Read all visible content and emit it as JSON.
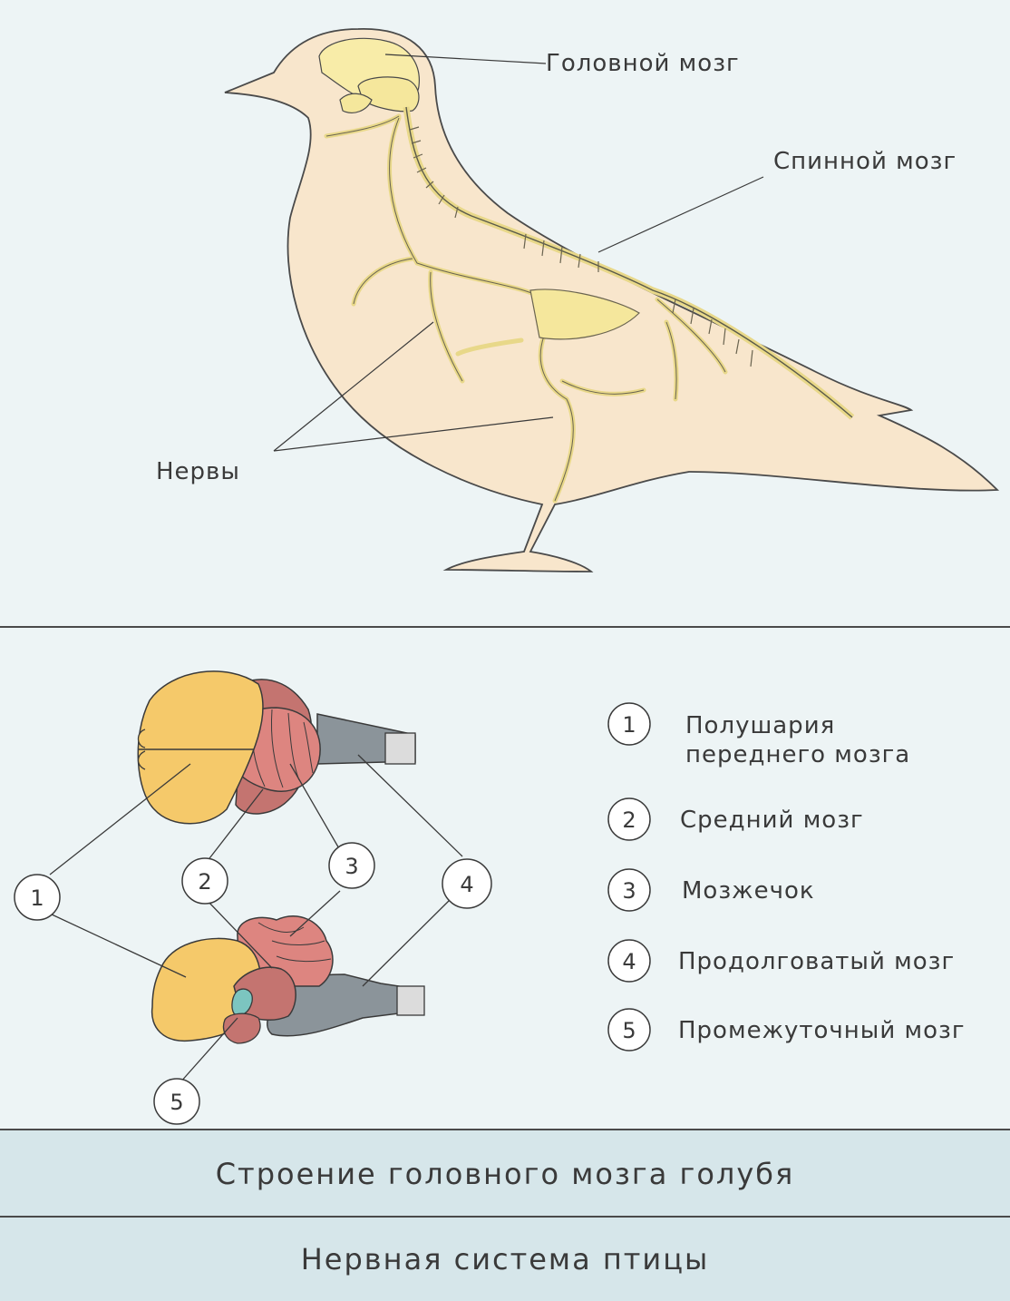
{
  "bird_labels": {
    "brain": "Головной мозг",
    "spinal_cord": "Спинной мозг",
    "nerves": "Нервы"
  },
  "legend": [
    {
      "number": "1",
      "text_lines": [
        "Полушария",
        "переднего мозга"
      ]
    },
    {
      "number": "2",
      "text_lines": [
        "Средний мозг"
      ]
    },
    {
      "number": "3",
      "text_lines": [
        "Мозжечок"
      ]
    },
    {
      "number": "4",
      "text_lines": [
        "Продолговатый мозг"
      ]
    },
    {
      "number": "5",
      "text_lines": [
        "Промежуточный мозг"
      ]
    }
  ],
  "callouts": [
    "1",
    "2",
    "3",
    "4",
    "5"
  ],
  "captions": {
    "brain_structure": "Строение головного мозга голубя",
    "nervous_system": "Нервная система птицы"
  },
  "colors": {
    "body": "#f8e6cc",
    "nerve": "#f5e79c",
    "forebrain": "#f5c96a",
    "cerebellum": "#dd8580",
    "midbrain": "#c47470",
    "medulla": "#8b949a",
    "diencephalon": "#7cc5c0"
  }
}
